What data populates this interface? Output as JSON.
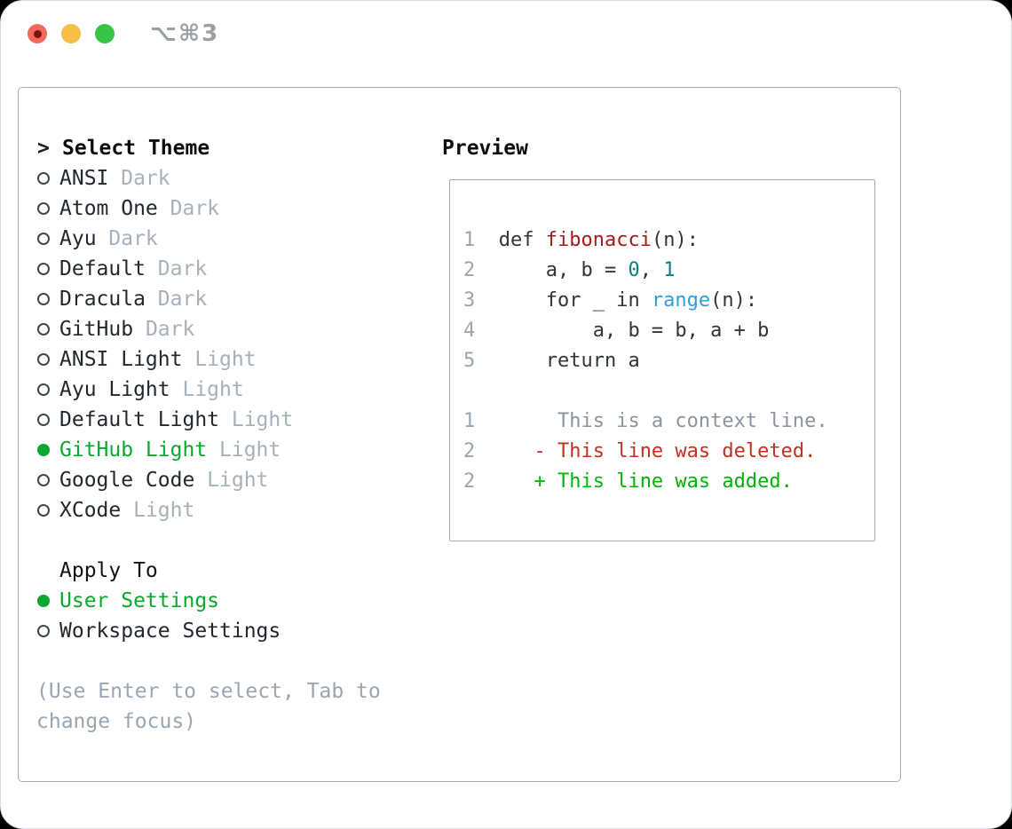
{
  "window": {
    "title": "⌥⌘3"
  },
  "colors": {
    "ink": "#23282e",
    "muted": "#a7b1bb",
    "border": "#a4adb7",
    "ln": "#9aa5b0",
    "sel": "#0ca82e",
    "fn": "#a41c1c",
    "num": "#0d7e80",
    "bi": "#2f9ed9",
    "ctx": "#8b949e",
    "del": "#c1311f",
    "add": "#00b307",
    "title-gray": "#9aa0a6",
    "tl-red": "#f2695e",
    "tl-dot": "#7e120e",
    "tl-yellow": "#f7bd46",
    "tl-green": "#37c548"
  },
  "theme_panel": {
    "prompt": ">",
    "title": "Select Theme",
    "themes": [
      {
        "name": "ANSI",
        "variant": "Dark",
        "selected": false
      },
      {
        "name": "Atom One",
        "variant": "Dark",
        "selected": false
      },
      {
        "name": "Ayu",
        "variant": "Dark",
        "selected": false
      },
      {
        "name": "Default",
        "variant": "Dark",
        "selected": false
      },
      {
        "name": "Dracula",
        "variant": "Dark",
        "selected": false
      },
      {
        "name": "GitHub",
        "variant": "Dark",
        "selected": false
      },
      {
        "name": "ANSI Light",
        "variant": "Light",
        "selected": false
      },
      {
        "name": "Ayu Light",
        "variant": "Light",
        "selected": false
      },
      {
        "name": "Default Light",
        "variant": "Light",
        "selected": false
      },
      {
        "name": "GitHub Light",
        "variant": "Light",
        "selected": true
      },
      {
        "name": "Google Code",
        "variant": "Light",
        "selected": false
      },
      {
        "name": "XCode",
        "variant": "Light",
        "selected": false
      }
    ],
    "apply_to": {
      "title": "Apply To",
      "options": [
        {
          "name": "User Settings",
          "selected": true
        },
        {
          "name": "Workspace Settings",
          "selected": false
        }
      ]
    },
    "hint": "(Use Enter to select, Tab to change focus)"
  },
  "preview": {
    "title": "Preview",
    "lines": [
      {
        "tokens": [
          {
            "t": "1  ",
            "c": "ln"
          },
          {
            "t": "def ",
            "c": "code"
          },
          {
            "t": "fibonacci",
            "c": "fn"
          },
          {
            "t": "(n):",
            "c": "code"
          }
        ]
      },
      {
        "tokens": [
          {
            "t": "2  ",
            "c": "ln"
          },
          {
            "t": "    a, b = ",
            "c": "code"
          },
          {
            "t": "0",
            "c": "num"
          },
          {
            "t": ", ",
            "c": "code"
          },
          {
            "t": "1",
            "c": "num"
          }
        ]
      },
      {
        "tokens": [
          {
            "t": "3  ",
            "c": "ln"
          },
          {
            "t": "    for _ in ",
            "c": "code"
          },
          {
            "t": "range",
            "c": "bi"
          },
          {
            "t": "(n):",
            "c": "code"
          }
        ]
      },
      {
        "tokens": [
          {
            "t": "4  ",
            "c": "ln"
          },
          {
            "t": "        a, b = b, a + b",
            "c": "code"
          }
        ]
      },
      {
        "tokens": [
          {
            "t": "5  ",
            "c": "ln"
          },
          {
            "t": "    return a",
            "c": "code"
          }
        ]
      },
      {
        "tokens": []
      },
      {
        "tokens": [
          {
            "t": "1  ",
            "c": "ln"
          },
          {
            "t": "     This is a context line.",
            "c": "ctx"
          }
        ]
      },
      {
        "tokens": [
          {
            "t": "2  ",
            "c": "ln"
          },
          {
            "t": "   - This line was deleted.",
            "c": "del"
          }
        ]
      },
      {
        "tokens": [
          {
            "t": "2  ",
            "c": "ln"
          },
          {
            "t": "   + This line was added.",
            "c": "add"
          }
        ]
      }
    ]
  }
}
